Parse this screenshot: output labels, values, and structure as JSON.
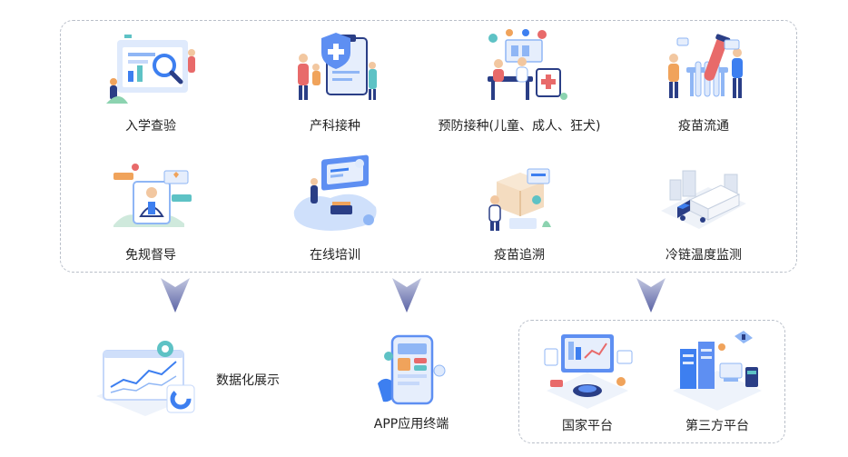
{
  "services": [
    {
      "label": "入学查验",
      "icon": "magnifier-chart-icon"
    },
    {
      "label": "产科接种",
      "icon": "family-shield-clipboard-icon"
    },
    {
      "label": "预防接种(儿童、成人、狂犬)",
      "icon": "clinic-doctor-icon"
    },
    {
      "label": "疫苗流通",
      "icon": "vaccine-vial-icon"
    },
    {
      "label": "免规督导",
      "icon": "doctor-laptop-icon"
    },
    {
      "label": "在线培训",
      "icon": "online-training-icon"
    },
    {
      "label": "疫苗追溯",
      "icon": "trace-box-icon"
    },
    {
      "label": "冷链温度监测",
      "icon": "cold-chain-truck-icon"
    }
  ],
  "outputs": {
    "data_display": {
      "label": "数据化展示",
      "icon": "dashboard-chart-icon"
    },
    "app_terminal": {
      "label": "APP应用终端",
      "icon": "mobile-phone-icon"
    },
    "national_platform": {
      "label": "国家平台",
      "icon": "monitor-screen-icon"
    },
    "third_party_platform": {
      "label": "第三方平台",
      "icon": "server-satellite-icon"
    }
  },
  "colors": {
    "frame": "#b9bfc9",
    "arrow_top": "#aeb4d4",
    "arrow_bottom": "#5b63a5",
    "accent_blue": "#3d7ff0"
  }
}
